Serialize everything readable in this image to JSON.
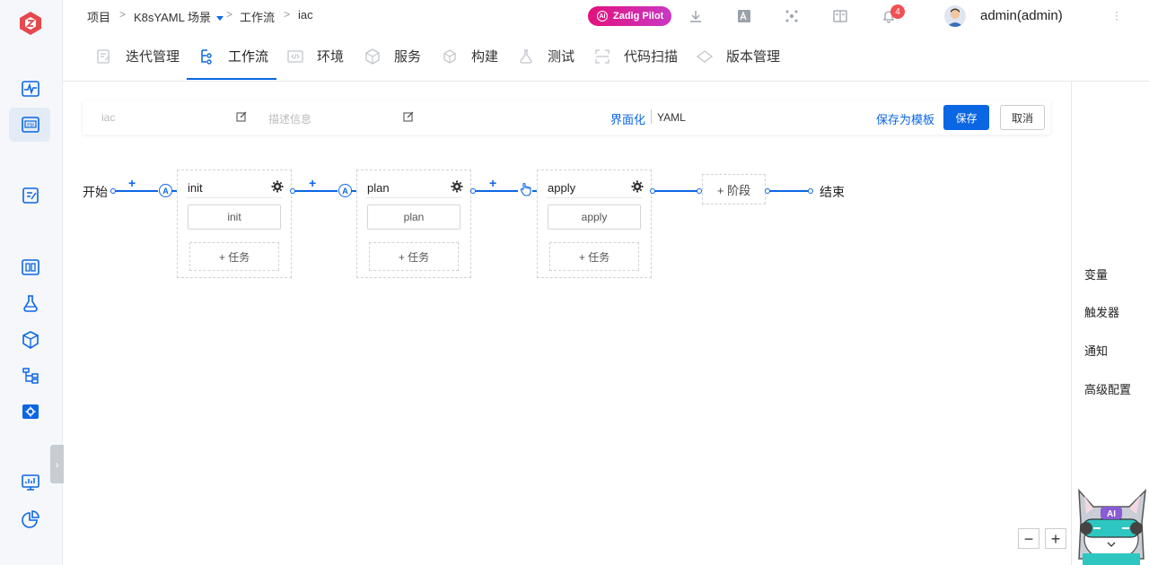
{
  "breadcrumb": {
    "project": "项目",
    "project_name": "K8sYAML 场景",
    "workflows": "工作流",
    "current": "iac"
  },
  "topbar": {
    "pilot_label": "Zadig Pilot",
    "notification_count": "4",
    "user": "admin(admin)"
  },
  "tabs": [
    {
      "label": "迭代管理",
      "icon": "sprint-icon"
    },
    {
      "label": "工作流",
      "icon": "workflow-icon"
    },
    {
      "label": "环境",
      "icon": "environment-icon"
    },
    {
      "label": "服务",
      "icon": "service-icon"
    },
    {
      "label": "构建",
      "icon": "build-icon"
    },
    {
      "label": "测试",
      "icon": "test-icon"
    },
    {
      "label": "代码扫描",
      "icon": "scan-icon"
    },
    {
      "label": "版本管理",
      "icon": "release-icon"
    }
  ],
  "workflow": {
    "name_placeholder": "iac",
    "desc_placeholder": "描述信息",
    "mode_ui": "界面化",
    "mode_yaml": "YAML",
    "save_template": "保存为模板",
    "save": "保存",
    "cancel": "取消"
  },
  "pipeline": {
    "start": "开始",
    "end": "结束",
    "plus": "+",
    "approval": "A",
    "add_stage": "+ 阶段",
    "stages": [
      {
        "name": "init",
        "job": "init",
        "add_job": "+ 任务"
      },
      {
        "name": "plan",
        "job": "plan",
        "add_job": "+ 任务"
      },
      {
        "name": "apply",
        "job": "apply",
        "add_job": "+ 任务"
      }
    ]
  },
  "right_panel": [
    "变量",
    "触发器",
    "通知",
    "高级配置"
  ],
  "zoom": {
    "out": "−",
    "in": "+"
  },
  "mascot_label": "AI",
  "colors": {
    "primary": "#0b66e4",
    "pilot": "#e2127e",
    "badge": "#f05050"
  }
}
